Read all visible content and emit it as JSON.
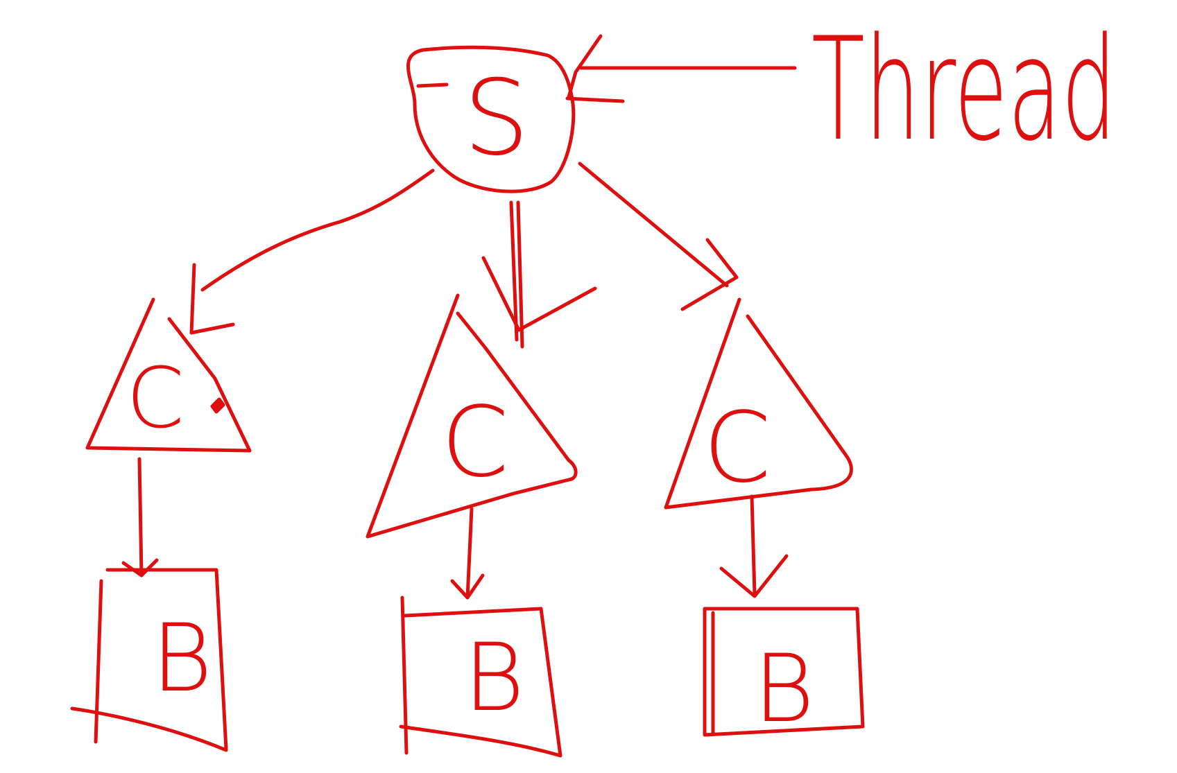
{
  "colors": {
    "ink": "#dd0f0f",
    "background": "#ffffff"
  },
  "diagram": {
    "label": "Thread",
    "server": {
      "letter": "S"
    },
    "clients": [
      {
        "letter": "C",
        "box_letter": "B"
      },
      {
        "letter": "C",
        "box_letter": "B"
      },
      {
        "letter": "C",
        "box_letter": "B"
      }
    ]
  }
}
